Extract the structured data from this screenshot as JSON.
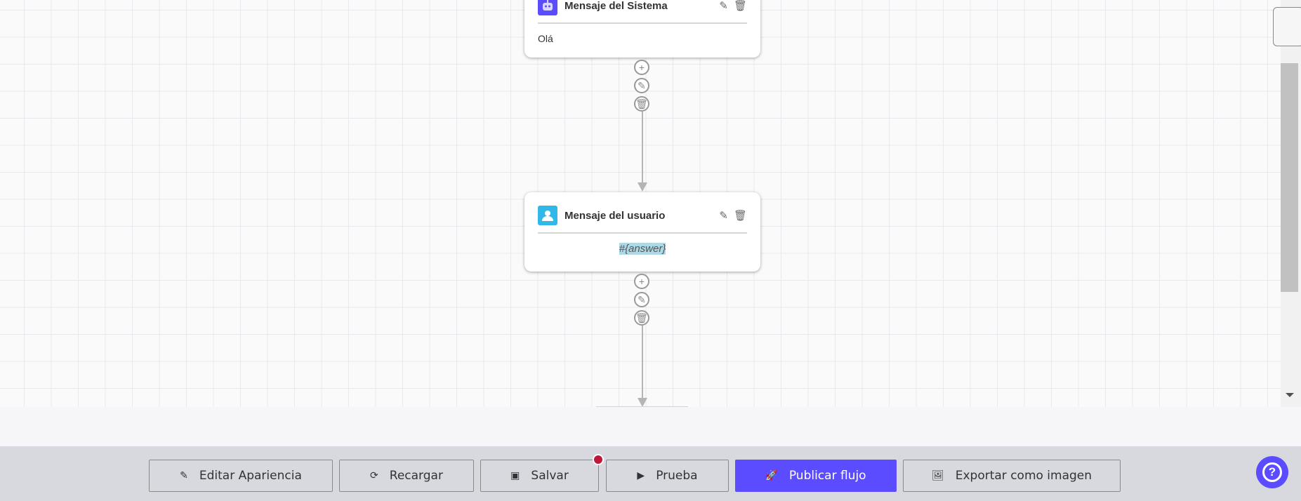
{
  "nodes": [
    {
      "title": "Mensaje del Sistema",
      "body": "Olá",
      "icon": "robot-icon",
      "icon_color": "#5b4cff"
    },
    {
      "title": "Mensaje del usuario",
      "body": "#{answer}",
      "icon": "user-icon",
      "icon_color": "#2fb8e8"
    }
  ],
  "toolbar": {
    "edit_appearance": "Editar Apariencia",
    "reload": "Recargar",
    "save": "Salvar",
    "test": "Prueba",
    "publish": "Publicar flujo",
    "export": "Exportar como imagen"
  },
  "colors": {
    "accent": "#5b4cff",
    "unsaved_dot": "#c0183a"
  }
}
